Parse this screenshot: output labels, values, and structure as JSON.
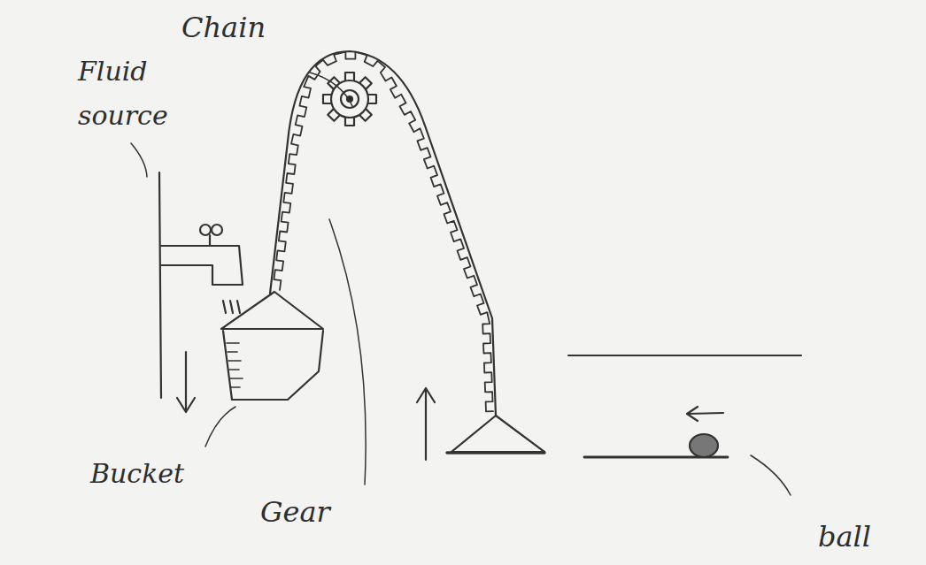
{
  "diagram": {
    "labels": [
      "Chain",
      "Fluid source",
      "Bucket",
      "Gear",
      "ball"
    ]
  }
}
